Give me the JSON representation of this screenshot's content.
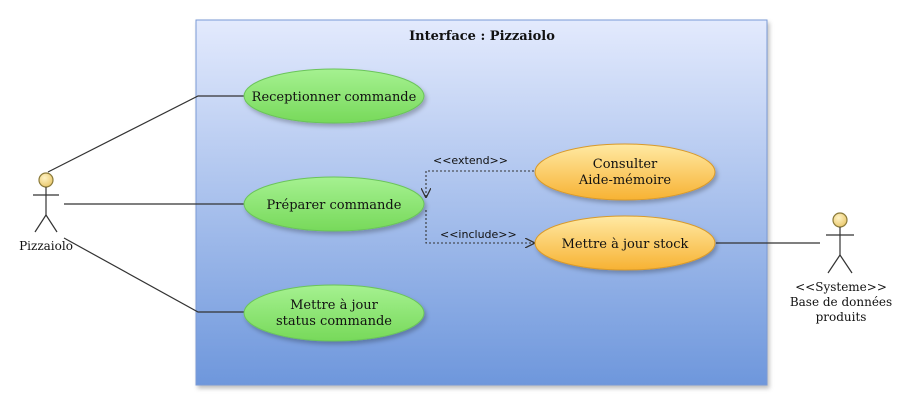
{
  "system": {
    "title": "Interface : Pizzaiolo"
  },
  "actors": {
    "pizzaiolo": {
      "label": "Pizzaiolo"
    },
    "database": {
      "stereotype": "<<Systeme>>",
      "label_line1": "Base de données",
      "label_line2": "produits"
    }
  },
  "use_cases": {
    "receptionner": {
      "line1": "Receptionner commande"
    },
    "preparer": {
      "line1": "Préparer commande"
    },
    "mettre_status": {
      "line1": "Mettre à jour",
      "line2": "status commande"
    },
    "consulter": {
      "line1": "Consulter",
      "line2": "Aide-mémoire"
    },
    "mettre_stock": {
      "line1": "Mettre à jour stock"
    }
  },
  "relations": {
    "extend": "<<extend>>",
    "include": "<<include>>"
  },
  "colors": {
    "system_gradient_top": "#e3eafd",
    "system_gradient_bottom": "#6e97dc",
    "system_border": "#7a9ad6",
    "primary_usecase_fill_top": "#9ff08a",
    "primary_usecase_fill_bottom": "#77d95a",
    "primary_usecase_border": "#6bc45a",
    "secondary_usecase_fill_top": "#ffe59a",
    "secondary_usecase_fill_bottom": "#f9b63b",
    "secondary_usecase_border": "#d99a2b",
    "actor_head": "#f3d98a",
    "line": "#333333"
  }
}
